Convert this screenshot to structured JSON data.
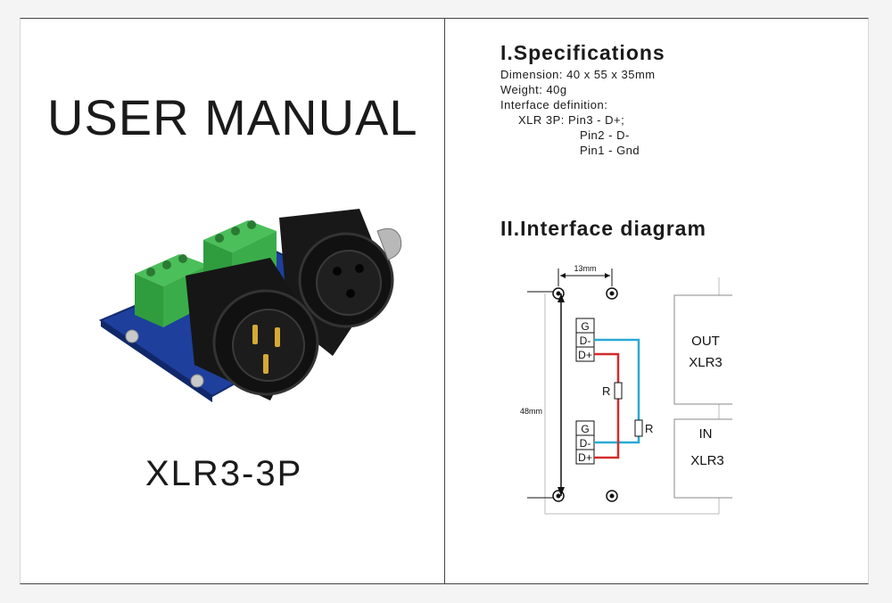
{
  "left": {
    "title": "USER MANUAL",
    "model": "XLR3-3P"
  },
  "specs": {
    "heading": "I.Specifications",
    "dimension": "Dimension: 40 x 55 x 35mm",
    "weight": "Weight: 40g",
    "interface_label": "Interface definition:",
    "pin3": "XLR 3P:  Pin3 - D+;",
    "pin2": "Pin2 - D-",
    "pin1": "Pin1 - Gnd"
  },
  "diagram": {
    "heading": "II.Interface diagram",
    "width_label": "13mm",
    "height_label": "48mm",
    "out_label": "OUT",
    "out_type": "XLR3",
    "in_label": "IN",
    "in_type": "XLR3",
    "terminal_top": [
      "G",
      "D-",
      "D+"
    ],
    "terminal_bottom": [
      "G",
      "D-",
      "D+"
    ],
    "resistor_1": "R",
    "resistor_2": "R",
    "wire_colors": {
      "data_minus": "#2aa9d6",
      "data_plus": "#d42a2a"
    }
  }
}
